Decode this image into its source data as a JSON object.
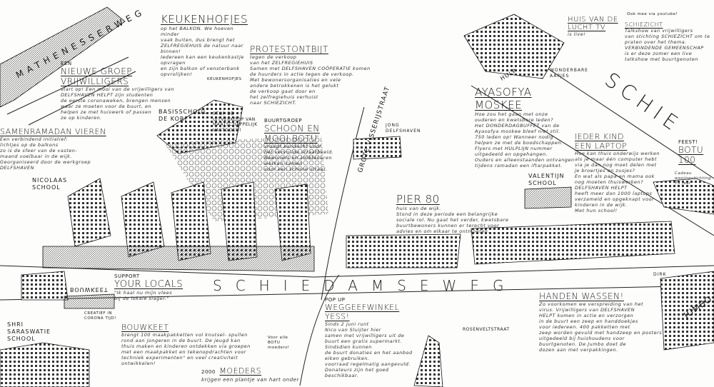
{
  "streets": {
    "schiedamseweg": "SCHIEDAMSEWEG",
    "mathenesserweg": "MATHENESSERWEG",
    "grote_visserijstraat": "GROTE VISSERIJSTRAAT",
    "rosenveltstraat": "ROSENVELTSTRAAT",
    "schie": "SCHIE"
  },
  "places": {
    "basisschool": "BASISSCHOOL\nDE KORF",
    "nicolaas": "NICOLAAS\nSCHOOL",
    "jong": "JONG\nDELFSHAVEN",
    "valentijn": "VALENTIJN\nSCHOOL",
    "shri": "SHRI\nSARASWATIE\nSCHOOL",
    "wonderbare": "WONDERBARE\nAAPJES",
    "hulp": "HULP",
    "bouwkeet_sign": "BOUWKEET",
    "jumbo": "JUMBO",
    "dirk": "DIRK"
  },
  "stories": [
    {
      "pre": "",
      "title": "KEUKENHOFJES",
      "body": "op het BALKON. We hoeven minder\nvaak buiten, dus brengt het\nZELFREGIEHUIS de natuur naar binnen!\nIedereen kan een keukenkastje opvragen\nen zijn balkon of vensterbank\nopvrolijken!"
    },
    {
      "pre": "EEN",
      "title": "NIEUWE GROEP VRIJWILLIGERS",
      "body": "start op! Een mooi van de vrijwilligers van\nDELFSHAVEN HELPT zijn studenten\nde eerste coronaweken, brengen mensen\nwaar ze moeten voor de buurt, en\nhelpen ze met huiswerk of passen\nze op kinderen."
    },
    {
      "pre": "",
      "title": "SAMENRAMADAN VIEREN",
      "body": "Een verbindend initiatief:\nlichtjes op de balkons\nzo is de sfeer van de vasten-\nmaand voelbaar in de wijk.\nGeorganiseerd door de werkgroep\nDELFSHAVEN"
    },
    {
      "pre": "",
      "title": "PROTESTONTBIJT",
      "body": "tegen de verkoop\nvan het ZELFREGIEHUIS\nSamen met DELFSHAVEN COÖPERATIE komen\nde huurders in actie tegen de verkoop.\nMet bewonersorganisaties en vele\nandere betrokkenen is het gelukt\nde verkoop gaat door en\nhet zelfregiehuis verhuist\nnaar SCHIEZICHT."
    },
    {
      "pre": "",
      "title": "STOP DE UITVERKOOP VAN MAATSCHAPPELIJK VASTGOED!",
      "body": ""
    },
    {
      "pre": "BUURTGROEP",
      "title": "SCHOON EN MOOI BOTU",
      "body": "vraagt aandacht voor\nhet vervuilde straatbeeld.\nBewoners en ambtenaren werken samen\nvoor een schone straat."
    },
    {
      "pre": "",
      "title": "PIER 80",
      "body": "huis van de wijk.\nStond in deze periode een belangrijke\nsociale rol. Nu gaat het verder, kwetsbare\nbuurtbewoners kunnen er terecht voor\nadvies en om elkaar te ontmoeten."
    },
    {
      "pre": "",
      "title": "HUIS VAN DE LUCHT TV",
      "body": "is live!"
    },
    {
      "pre": "",
      "title": "AYASOFYA MOSKEE",
      "body": "Hoe zou het gaan met onze\nouderen en kwetsbare leden?\nHet DONDERDAGBUFFET van de\nAyasofya moskee bleef niet stil.\n750 leden op! Wanneer nodig\nhelpen ze met de boodschappen.\nFlyers met HULPLIJN nummer\nuitgedeeld en opgehangen.\nOuders en alleenstaanden ontvangen\ntijdens ramadan een iftarpakket."
    },
    {
      "pre": "",
      "title": "IEDER KIND EEN LAPTOP",
      "body": "Hoe kan thuis onderwijs werken\nals je maar één computer hebt\nvia je dan nog moet delen met\nje broertjes en zusjes?\nEn wat als papa en mama ook\nnog moeten thuiswerken?\nDELFSHAVEN HELPT\nheeft meer dan 1000 laptops\nverzameld en opgeknapt voor\nkinderen in de wijk.\nMet hun school!"
    },
    {
      "pre": "",
      "title": "SCHIEZICHT",
      "body": "Talkshow van vrijwilligers\nvan stichting SCHIEZICHT om te\npraten over het thema.\nVERBINDENDE GEMEENSCHAP\nis er deze zomer een live\ntalkshow met buurtgenoten"
    },
    {
      "pre": "FEEST!",
      "title": "BOTU 100",
      "body": "Cadeau\nwoningstichting\n75 jaar"
    },
    {
      "pre": "SUPPORT",
      "title": "YOUR LOCALS",
      "body": "\"Ik haal nu mijn vlees\nbij de lokale slager.\""
    },
    {
      "pre": "",
      "title": "BOUWKEET",
      "body": "brengt 100 maakpakketten\nvol knutsel-\nspullen rond aan jongeren in de\nbuurt. De jeugd kan thuis maken\nen kinderen ontdekken via\ngroepen met een maakpakket en\ntekenopdrachten voor techniek\nexperimenten\"\nen veel creativiteit\nontwikkelen!"
    },
    {
      "pre": "2000",
      "title": "MOEDERS",
      "body": "krijgen een plantje van hart onder"
    },
    {
      "pre": "POP UP",
      "title": "WEGGEEFWINKEL YESS!",
      "body": "Sinds 2 juni runt\nNico van Sluijter hier\nsamen met vrijwilligers uit de\nbuurt een gratis supermarkt.\nSindsdien kunnen\nde buurt donaties en het aanbod\neiken gebruiken.\nvoorraad regelmatig aangevuld.\nDonateurs zijn het goed\nbeschikbaar."
    },
    {
      "pre": "",
      "title": "HANDEN WASSEN!",
      "body": "Zo voorkomen we verspreiding van het\nvirus. Vrijwilligers van DELFSHAVEN\nHELPT komen in actie en verzorgen\nin de buurt een zeep en handdoekjes\nvoor iedereen. 400 pakketten met\nzeep worden gevuld met handzeep en posters\nuitgedeeld bij huishoudens voor\nbuurtgenoten. De Jumbo doet de\ndozen aan met verpakkingen."
    }
  ],
  "notes": {
    "support_corona": "CREATIEF IN CORONA TIJD!",
    "bakkerij": "Voor alle BOTU moeders!",
    "ook_mee": "Ook mee via youtube!",
    "keukenhofjes_bord": "KEUKENHOFJES"
  }
}
